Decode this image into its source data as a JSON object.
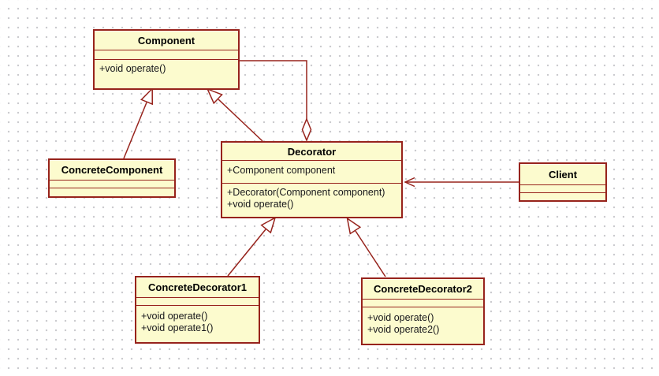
{
  "colors": {
    "canvas_bg": "#FFFFFF",
    "grid_dot": "#C9C9CD",
    "class_fill": "#FCFBCE",
    "class_border": "#97231C",
    "line_color": "#97231C",
    "title_text": "#000000",
    "member_text": "#17171B"
  },
  "classes": {
    "component": {
      "name": "Component",
      "attributes": [],
      "methods": [
        "+void operate()"
      ]
    },
    "concrete_component": {
      "name": "ConcreteComponent",
      "attributes": [],
      "methods": []
    },
    "decorator": {
      "name": "Decorator",
      "attributes": [
        "+Component component"
      ],
      "methods": [
        "+Decorator(Component component)",
        "+void operate()"
      ]
    },
    "client": {
      "name": "Client",
      "attributes": [],
      "methods": []
    },
    "concrete_decorator1": {
      "name": "ConcreteDecorator1",
      "attributes": [],
      "methods": [
        "+void operate()",
        "+void operate1()"
      ]
    },
    "concrete_decorator2": {
      "name": "ConcreteDecorator2",
      "attributes": [],
      "methods": [
        "+void operate()",
        "+void operate2()"
      ]
    }
  },
  "relationships": [
    {
      "type": "generalization",
      "from": "ConcreteComponent",
      "to": "Component",
      "arrow": "hollow-triangle"
    },
    {
      "type": "generalization",
      "from": "Decorator",
      "to": "Component",
      "arrow": "hollow-triangle"
    },
    {
      "type": "aggregation",
      "from": "Component",
      "to": "Decorator",
      "arrow": "hollow-diamond"
    },
    {
      "type": "generalization",
      "from": "ConcreteDecorator1",
      "to": "Decorator",
      "arrow": "hollow-triangle"
    },
    {
      "type": "generalization",
      "from": "ConcreteDecorator2",
      "to": "Decorator",
      "arrow": "hollow-triangle"
    },
    {
      "type": "association",
      "from": "Client",
      "to": "Decorator",
      "arrow": "open-arrow"
    }
  ]
}
